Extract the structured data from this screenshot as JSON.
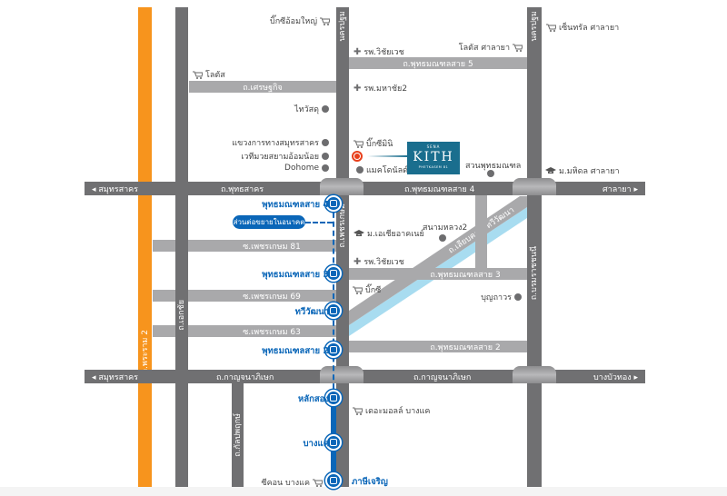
{
  "roads": {
    "rama2": "ถ.พระราม 2",
    "ekkachai": "ถ.เอกชัย",
    "kanlapaphruek": "ถ.กัลปพฤกษ์",
    "phetkasem": "ถ.เพชรเกษม",
    "nakhon_pathom_1": "นครปฐม",
    "nakhon_pathom_2": "นครปฐม",
    "boromratchonnani": "ถ.บรมราชชนนี",
    "phutthamonthon5": "ถ.พุทธมณฑลสาย 5",
    "setthakit": "ถ.เศรษฐกิจ",
    "samut_sakhon_1": "◂ สมุทรสาคร",
    "phutthasakhon": "ถ.พุทธสาคร",
    "phutthamonthon4": "ถ.พุทธมณฑลสาย 4",
    "salaya": "ศาลายา ▸",
    "soi81": "ซ.เพชรเกษม 81",
    "phutthamonthon3": "ถ.พุทธมณฑลสาย 3",
    "soi69": "ซ.เพชรเกษม 69",
    "soi63": "ซ.เพชรเกษม 63",
    "phutthamonthon2": "ถ.พุทธมณฑลสาย 2",
    "samut_sakhon_2": "◂ สมุทรสาคร",
    "kanchanaphisek_1": "ถ.กาญจนาภิเษก",
    "kanchanaphisek_2": "ถ.กาญจนาภิเษก",
    "bang_bua_thong": "บางบัวทอง ▸",
    "liap_khlong": "ถ.เลียบคลองทวีวัฒนา"
  },
  "stations": [
    "พุทธมณฑลสาย 4",
    "พุทธมณฑลสาย 3",
    "ทวีวัฒนา",
    "พุทธมณฑลสาย 2",
    "หลักสอง",
    "บางแค",
    "ภาษีเจริญ"
  ],
  "future_extension": "ส่วนต่อขยายในอนาคต",
  "pois": {
    "bigc_om_yai": "บิ๊กซีอ้อมใหญ่",
    "wichaivej1": "รพ.วิชัยเวช",
    "lotus_salaya": "โลตัส ศาลายา",
    "central_salaya": "เซ็นทรัล ศาลายา",
    "lotus": "โลตัส",
    "mahachai2": "รพ.มหาชัย2",
    "thai_watsadu": "ไทวัสดุ",
    "highway_office": "แขวงการทางสมุทรสาคร",
    "boxing": "เวทีมวยสยามอ้อมน้อย",
    "dohome": "Dohome",
    "bigc_mini": "บิ๊กซีมินิ",
    "mcdonalds": "แมคโดนัลด์",
    "phutthamonthon_park": "สวนพุทธมณฑล",
    "mahidol": "ม.มหิดล ศาลายา",
    "sau": "ม.เอเชียอาคเนย์",
    "sanam_luang2": "สนามหลวง2",
    "wichaivej2": "รพ.วิชัยเวช",
    "bigc": "บิ๊กซี",
    "boonthavorn": "บุญถาวร",
    "the_mall": "เดอะมอลล์ บางแค",
    "seacon": "ซีคอน บางแค"
  },
  "project": {
    "brand": "SENA",
    "name": "KITH",
    "sub": "PHETKASEM 81"
  },
  "colors": {
    "road": "#707072",
    "soi": "#a9a9ab",
    "rama2": "#f7941d",
    "bts": "#0a66b8",
    "canal": "#a8dcf0",
    "project": "#1a6e8e",
    "marker": "#e8401c"
  }
}
